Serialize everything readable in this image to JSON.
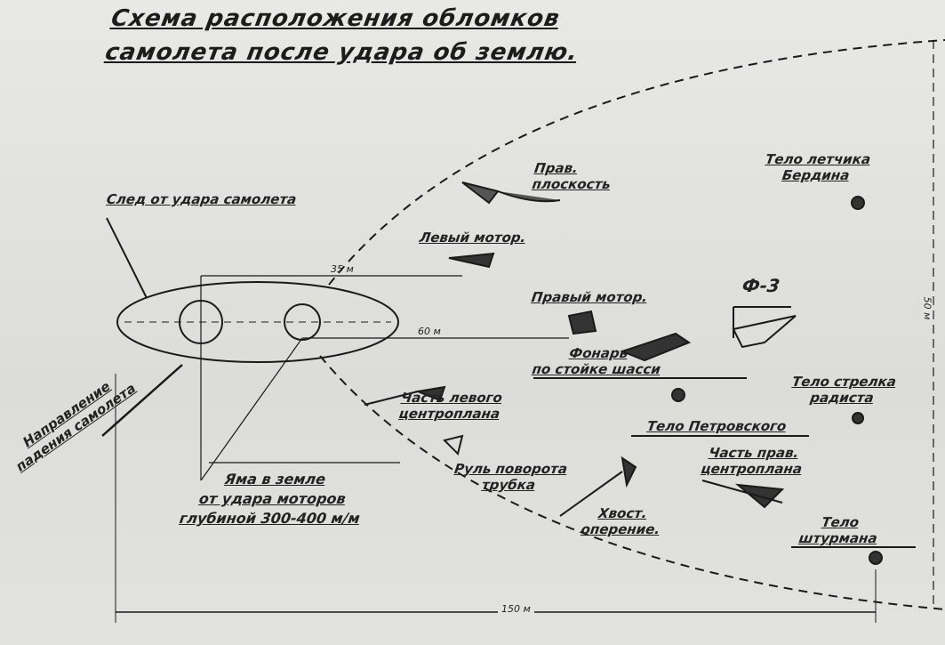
{
  "title": {
    "line1": "Схема расположения обломков",
    "line2": "самолета после удара об землю."
  },
  "labels": {
    "impact_trace": "След от удара самолета",
    "right_wing": [
      "Прав.",
      "плоскость"
    ],
    "left_engine": "Левый мотор.",
    "right_engine": "Правый мотор.",
    "f3": "Ф-3",
    "pilot_body": [
      "Тело летчика",
      "Бердина"
    ],
    "canopy": [
      "Фонарь",
      "по стойке шасси"
    ],
    "petrovsky_body": "Тело Петровского",
    "gunner_body": [
      "Тело стрелка",
      "радиста"
    ],
    "left_center_section": [
      "Часть левого",
      "центроплана"
    ],
    "rudder": [
      "Руль поворота",
      "трубка"
    ],
    "tail": [
      "Хвост.",
      "оперение."
    ],
    "right_center_section": [
      "Часть прав.",
      "центроплана"
    ],
    "navigator_body": [
      "Тело",
      "штурмана"
    ],
    "pit": [
      "Яма в земле",
      "от удара моторов",
      "глубиной 300-400 м/м"
    ],
    "fall_direction": [
      "Направление",
      "падения самолета"
    ]
  },
  "dimensions": {
    "d35": "35 м",
    "d60": "60 м",
    "d150": "150 м",
    "d50": "50 м"
  }
}
